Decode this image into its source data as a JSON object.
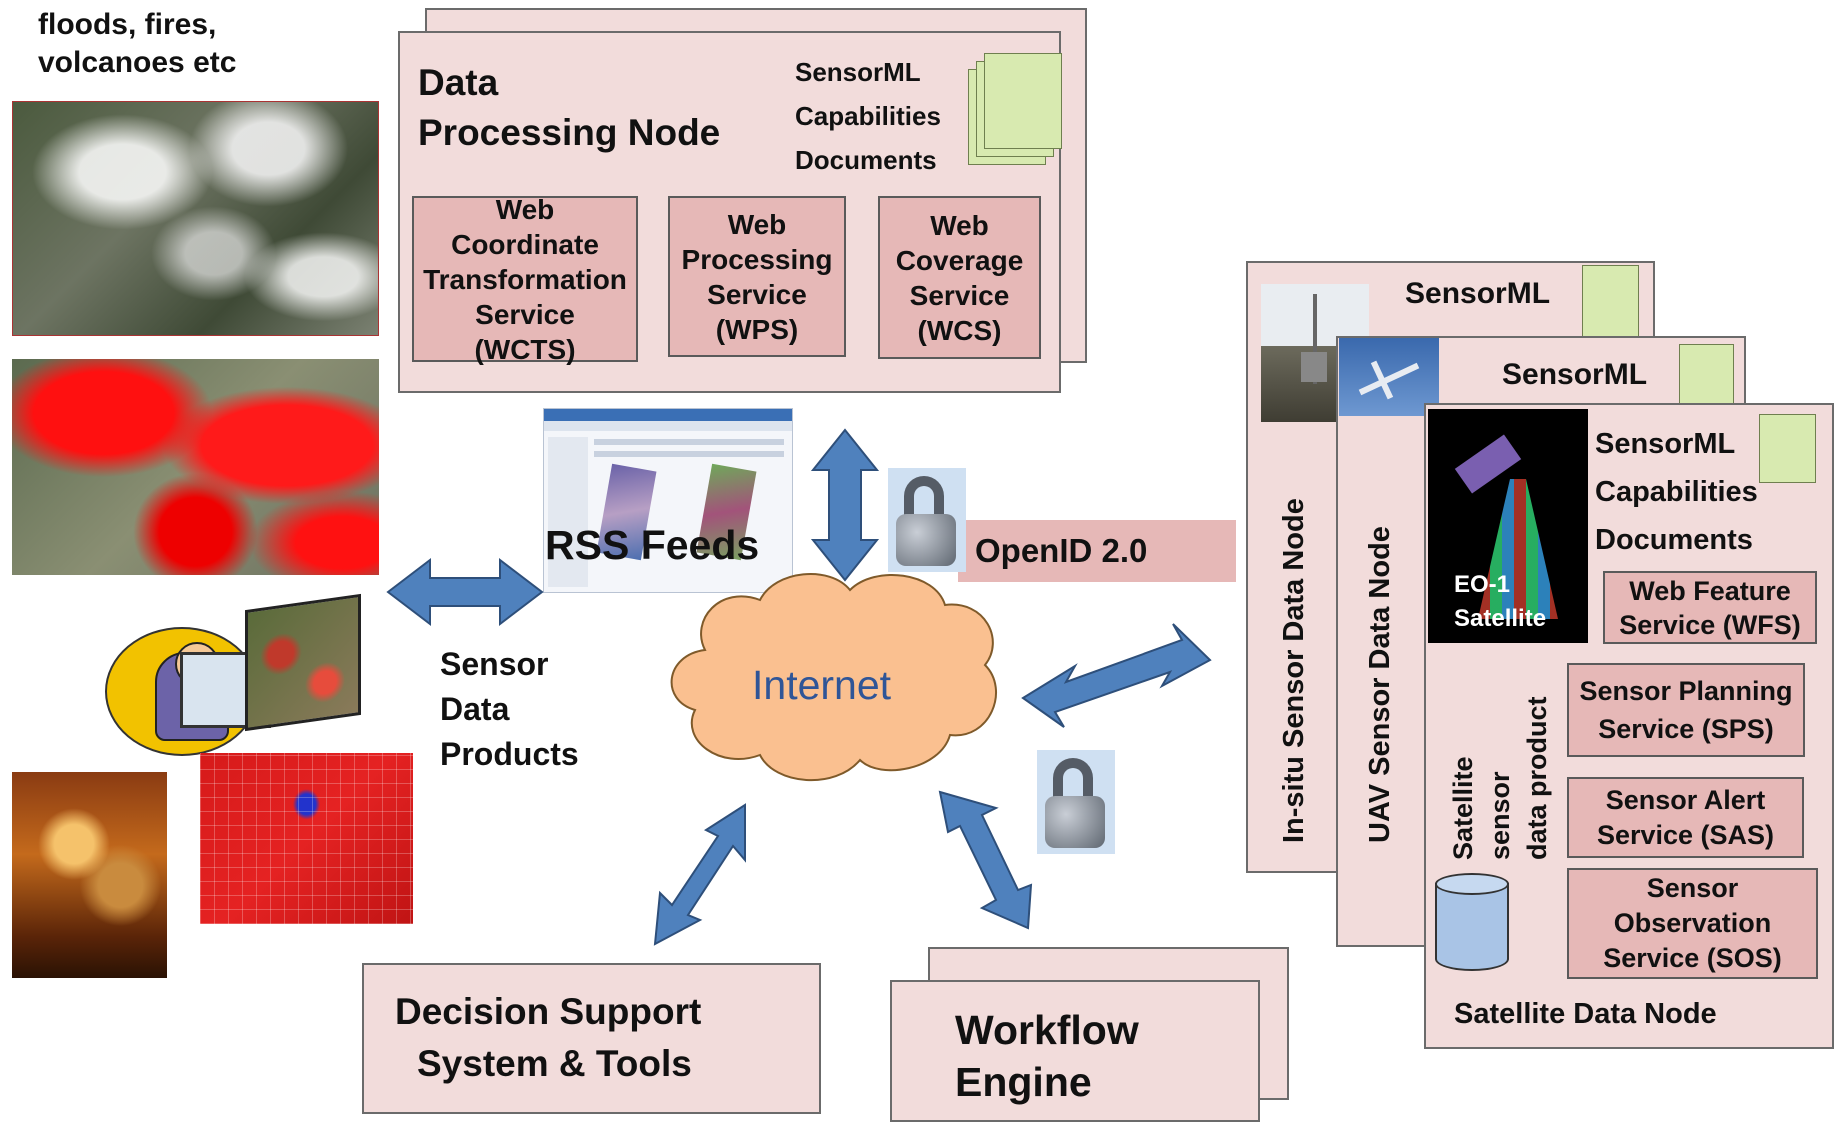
{
  "top_left_caption": {
    "line1": "floods, fires,",
    "line2": "volcanoes etc"
  },
  "data_processing_node": {
    "title_line1": "Data",
    "title_line2": "Processing Node",
    "docs_line1": "SensorML",
    "docs_line2": "Capabilities",
    "docs_line3": "Documents",
    "services": [
      {
        "l1": "Web",
        "l2": "Coordinate",
        "l3": "Transformation",
        "l4": "Service",
        "l5": "(WCTS)"
      },
      {
        "l1": "Web",
        "l2": "Processing",
        "l3": "Service",
        "l4": "(WPS)"
      },
      {
        "l1": "Web",
        "l2": "Coverage",
        "l3": "Service",
        "l4": "(WCS)"
      }
    ]
  },
  "rss_feeds": "RSS Feeds",
  "openid": "OpenID 2.0",
  "internet": "Internet",
  "sensor_data_products": {
    "l1": "Sensor",
    "l2": "Data",
    "l3": "Products"
  },
  "decision_support": {
    "l1": "Decision Support",
    "l2": "System & Tools"
  },
  "workflow_engine": {
    "l1": "Workflow",
    "l2": "Engine"
  },
  "insitu_node": {
    "sensorml": "SensorML",
    "label": "In-situ Sensor Data Node"
  },
  "uav_node": {
    "sensorml": "SensorML",
    "label": "UAV Sensor Data Node"
  },
  "satellite_node": {
    "docs_line1": "SensorML",
    "docs_line2": "Capabilities",
    "docs_line3": "Documents",
    "eo1_l1": "EO-1",
    "eo1_l2": "Satellite",
    "vertical_l1": "Satellite",
    "vertical_l2": "sensor",
    "vertical_l3": "data product",
    "wfs": {
      "l1": "Web Feature",
      "l2": "Service (WFS)"
    },
    "sps": {
      "l1": "Sensor Planning",
      "l2": "Service (SPS)"
    },
    "sas": {
      "l1": "Sensor Alert",
      "l2": "Service (SAS)"
    },
    "sos": {
      "l1": "Sensor",
      "l2": "Observation",
      "l3": "Service (SOS)"
    },
    "label": "Satellite Data Node"
  },
  "colors": {
    "box_fill": "#f2dcdb",
    "service_fill": "#e6b8b7",
    "arrow": "#4f81bd",
    "cloud": "#fac090",
    "doc": "#d8eab0"
  }
}
